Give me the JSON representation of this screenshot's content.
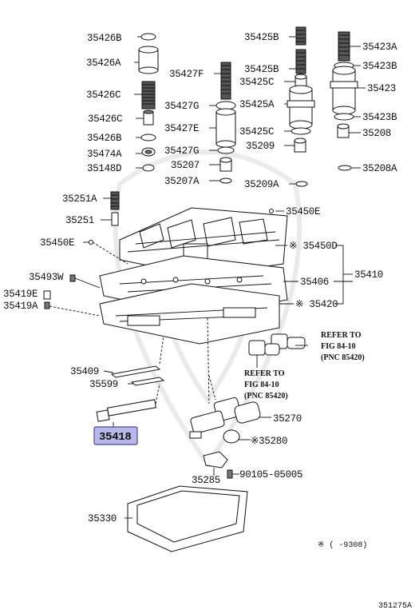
{
  "labels": {
    "p35426B_top": "35426B",
    "p35426A": "35426A",
    "p35426C_1": "35426C",
    "p35426C_2": "35426C",
    "p35426B_bot": "35426B",
    "p35474A": "35474A",
    "p35148D": "35148D",
    "p35427F": "35427F",
    "p35427G_1": "35427G",
    "p35427E": "35427E",
    "p35427G_2": "35427G",
    "p35207": "35207",
    "p35207A": "35207A",
    "p35425B_1": "35425B",
    "p35425B_2": "35425B",
    "p35425C_1": "35425C",
    "p35425A": "35425A",
    "p35425C_2": "35425C",
    "p35209": "35209",
    "p35209A": "35209A",
    "p35423A": "35423A",
    "p35423B_1": "35423B",
    "p35423": "35423",
    "p35423B_2": "35423B",
    "p35208": "35208",
    "p35208A": "35208A",
    "p35251A": "35251A",
    "p35251": "35251",
    "p35450E_1": "35450E",
    "p35450E_2": "35450E",
    "p35450D": "※ 35450D",
    "p35410": "35410",
    "p35406": "35406",
    "p35420": "※ 35420",
    "p35493W": "35493W",
    "p35419E": "35419E",
    "p35419A": "35419A",
    "p35409": "35409",
    "p35599": "35599",
    "p35418": "35418",
    "p35270": "35270",
    "p35280": "※35280",
    "p35285": "35285",
    "p90105": "90105-05005",
    "p35330": "35330"
  },
  "notes": {
    "refer1_line1": "REFER TO",
    "refer1_line2": "FIG 84-10",
    "refer1_line3": "(PNC 85420)",
    "refer2_line1": "REFER TO",
    "refer2_line2": "FIG 84-10",
    "refer2_line3": "(PNC 85420)",
    "footnote": "※ (    -9308)",
    "figure_code": "351275A"
  },
  "highlight_color": "#b8b8e8"
}
